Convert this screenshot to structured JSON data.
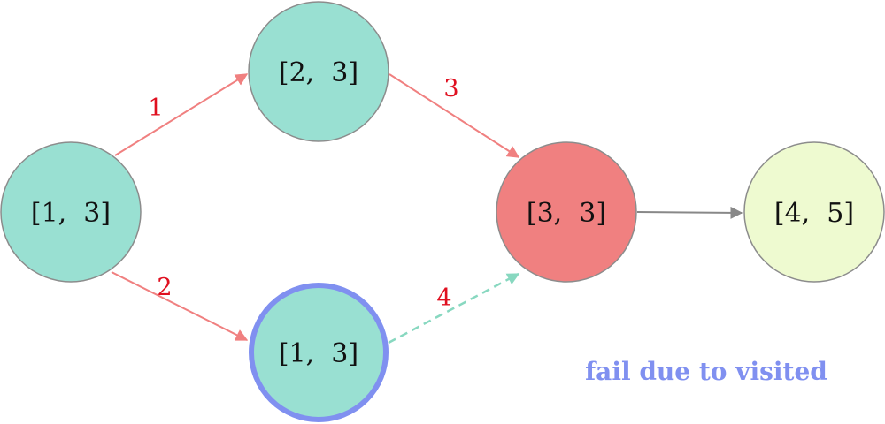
{
  "colors": {
    "node_teal": "#99e0d2",
    "node_teal_stroke": "#8c8c8c",
    "node_red": "#f08080",
    "node_green": "#eefad0",
    "highlight_stroke": "#8090f0",
    "edge_red": "#f08080",
    "edge_gray": "#888888",
    "edge_teal_dashed": "#88d8c0",
    "label_red": "#e01020",
    "note_blue": "#8090f0"
  },
  "nodes": [
    {
      "id": "n13a",
      "label": "[1,  3]",
      "style": "teal"
    },
    {
      "id": "n23",
      "label": "[2,  3]",
      "style": "teal"
    },
    {
      "id": "n13b",
      "label": "[1,  3]",
      "style": "teal-highlighted"
    },
    {
      "id": "n33",
      "label": "[3,  3]",
      "style": "red"
    },
    {
      "id": "n45",
      "label": "[4,  5]",
      "style": "green"
    }
  ],
  "edges": [
    {
      "from": "n13a",
      "to": "n23",
      "label": "1",
      "style": "red-solid"
    },
    {
      "from": "n13a",
      "to": "n13b",
      "label": "2",
      "style": "red-solid"
    },
    {
      "from": "n23",
      "to": "n33",
      "label": "3",
      "style": "red-solid"
    },
    {
      "from": "n13b",
      "to": "n33",
      "label": "4",
      "style": "teal-dashed"
    },
    {
      "from": "n33",
      "to": "n45",
      "label": "",
      "style": "gray-solid"
    }
  ],
  "note": "fail due to visited"
}
